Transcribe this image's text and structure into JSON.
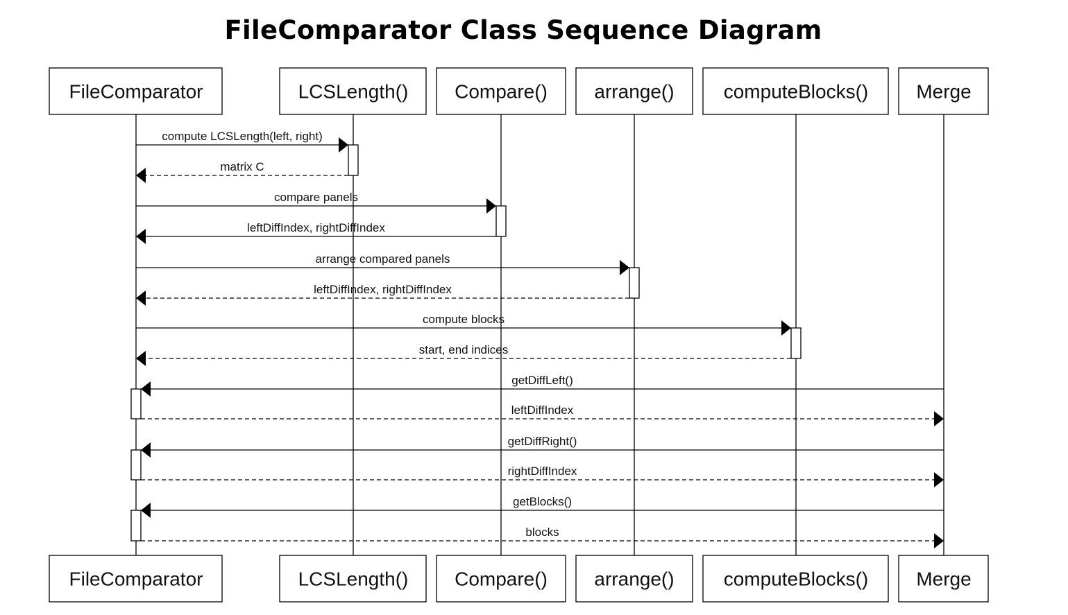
{
  "title": "FileComparator Class Sequence Diagram",
  "participants": [
    {
      "id": "fc",
      "label": "FileComparator"
    },
    {
      "id": "lcs",
      "label": "LCSLength()"
    },
    {
      "id": "cmp",
      "label": "Compare()"
    },
    {
      "id": "arr",
      "label": "arrange()"
    },
    {
      "id": "cb",
      "label": "computeBlocks()"
    },
    {
      "id": "mg",
      "label": "Merge"
    }
  ],
  "messages": [
    {
      "from": "fc",
      "to": "lcs",
      "label": "compute LCSLength(left, right)",
      "kind": "call"
    },
    {
      "from": "lcs",
      "to": "fc",
      "label": "matrix C",
      "kind": "return"
    },
    {
      "from": "fc",
      "to": "cmp",
      "label": "compare panels",
      "kind": "call"
    },
    {
      "from": "cmp",
      "to": "fc",
      "label": "leftDiffIndex, rightDiffIndex",
      "kind": "reply-solid"
    },
    {
      "from": "fc",
      "to": "arr",
      "label": "arrange compared panels",
      "kind": "call"
    },
    {
      "from": "arr",
      "to": "fc",
      "label": "leftDiffIndex, rightDiffIndex",
      "kind": "return"
    },
    {
      "from": "fc",
      "to": "cb",
      "label": "compute blocks",
      "kind": "call"
    },
    {
      "from": "cb",
      "to": "fc",
      "label": "start, end indices",
      "kind": "return"
    },
    {
      "from": "mg",
      "to": "fc",
      "label": "getDiffLeft()",
      "kind": "call"
    },
    {
      "from": "fc",
      "to": "mg",
      "label": "leftDiffIndex",
      "kind": "return"
    },
    {
      "from": "mg",
      "to": "fc",
      "label": "getDiffRight()",
      "kind": "call"
    },
    {
      "from": "fc",
      "to": "mg",
      "label": "rightDiffIndex",
      "kind": "return"
    },
    {
      "from": "mg",
      "to": "fc",
      "label": "getBlocks()",
      "kind": "call"
    },
    {
      "from": "fc",
      "to": "mg",
      "label": "blocks",
      "kind": "return"
    }
  ]
}
